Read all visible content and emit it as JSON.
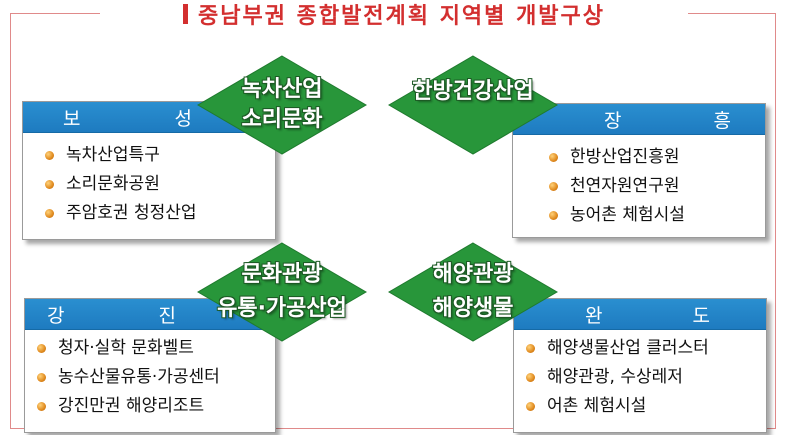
{
  "title": "중남부권 종합발전계획 지역별 개발구상",
  "colors": {
    "accent": "#d32f2f",
    "header": "#1e7bc0",
    "diamond": "#28963a",
    "bullet": "#e08a1e"
  },
  "regions": {
    "boseong": {
      "name": [
        "보",
        "성"
      ],
      "items": [
        "녹차산업특구",
        "소리문화공원",
        "주암호권 청정산업"
      ]
    },
    "jangheung": {
      "name": [
        "장",
        "흥"
      ],
      "items": [
        "한방산업진흥원",
        "천연자원연구원",
        "농어촌 체험시설"
      ]
    },
    "gangjin": {
      "name": [
        "강",
        "진"
      ],
      "items": [
        "청자·실학 문화벨트",
        "농수산물유통·가공센터",
        "강진만권 해양리조트"
      ]
    },
    "wando": {
      "name": [
        "완",
        "도"
      ],
      "items": [
        "해양생물산업 클러스터",
        "해양관광, 수상레저",
        "어촌 체험시설"
      ]
    }
  },
  "diamonds": {
    "top_left": [
      "녹차산업",
      "소리문화"
    ],
    "top_right": [
      "한방건강산업"
    ],
    "bottom_left": [
      "문화관광",
      "유통·가공산업"
    ],
    "bottom_right": [
      "해양관광",
      "해양생물"
    ]
  }
}
